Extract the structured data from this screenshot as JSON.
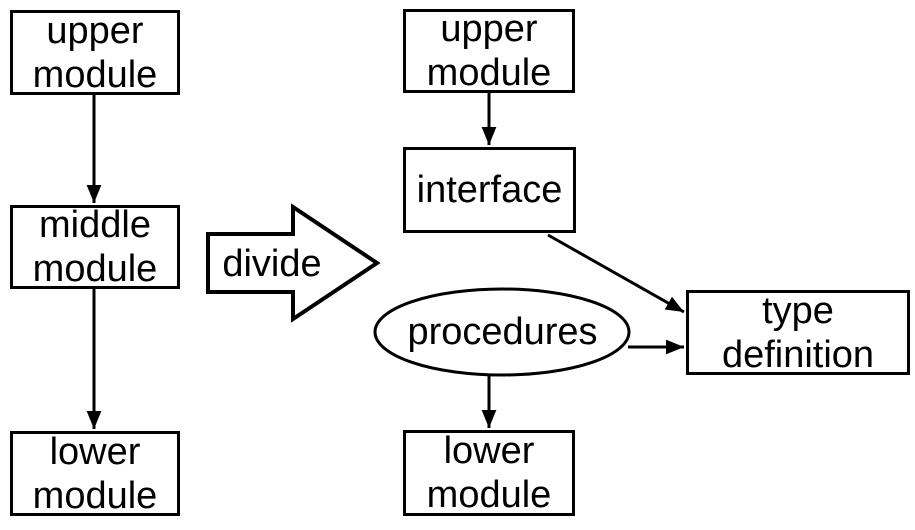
{
  "colors": {
    "background": "#ffffff",
    "stroke": "#000000",
    "text": "#000000"
  },
  "left_column": {
    "upper": {
      "line1": "upper",
      "line2": "module"
    },
    "middle": {
      "line1": "middle",
      "line2": "module"
    },
    "lower": {
      "line1": "lower",
      "line2": "module"
    }
  },
  "transform_arrow": {
    "label": "divide"
  },
  "right_column": {
    "upper": {
      "line1": "upper",
      "line2": "module"
    },
    "interface": {
      "label": "interface"
    },
    "procedures": {
      "label": "procedures"
    },
    "type_definition": {
      "line1": "type",
      "line2": "definition"
    },
    "lower": {
      "line1": "lower",
      "line2": "module"
    }
  }
}
